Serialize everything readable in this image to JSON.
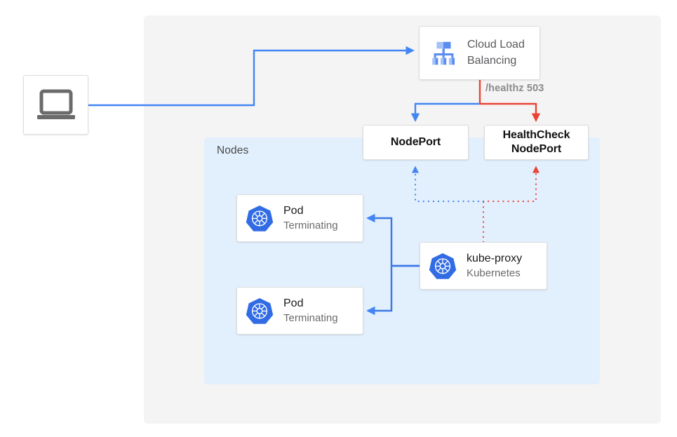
{
  "diagram": {
    "title": "Kubernetes NodePort health check failover diagram",
    "panels": {
      "outer_label": "",
      "nodes_label": "Nodes"
    },
    "colors": {
      "blue": "#4285f4",
      "blue_dark": "#3b78e7",
      "red": "#ea4335",
      "kubernetes_blue": "#326ce5",
      "panel_gray": "#f4f4f4",
      "panel_blue": "#e2effc",
      "icon_gray": "#6b6b6b",
      "text_dark": "#1a1a1a",
      "text_muted": "#6b6b6b"
    },
    "nodes": {
      "client": {
        "icon": "laptop-icon",
        "label": ""
      },
      "cloud_load_balancing": {
        "icon": "cloud-load-balancing-icon",
        "line1": "Cloud Load",
        "line2": "Balancing"
      },
      "nodeport": {
        "label": "NodePort"
      },
      "healthcheck_nodeport": {
        "line1": "HealthCheck",
        "line2": "NodePort"
      },
      "pod_1": {
        "icon": "kubernetes-icon",
        "title": "Pod",
        "status": "Terminating"
      },
      "pod_2": {
        "icon": "kubernetes-icon",
        "title": "Pod",
        "status": "Terminating"
      },
      "kube_proxy": {
        "icon": "kubernetes-icon",
        "title": "kube-proxy",
        "subtitle": "Kubernetes"
      }
    },
    "edges": {
      "healthz": {
        "label": "/healthz 503",
        "color": "#ea4335",
        "style": "solid"
      },
      "client_to_lb": {
        "color": "#4285f4",
        "style": "solid"
      },
      "lb_to_nodeport": {
        "color": "#4285f4",
        "style": "solid"
      },
      "proxy_to_nodeport": {
        "color": "#4285f4",
        "style": "dotted"
      },
      "proxy_to_healthcheck": {
        "color": "#ea4335",
        "style": "dotted"
      },
      "proxy_to_pods": {
        "color": "#4285f4",
        "style": "solid"
      }
    }
  }
}
